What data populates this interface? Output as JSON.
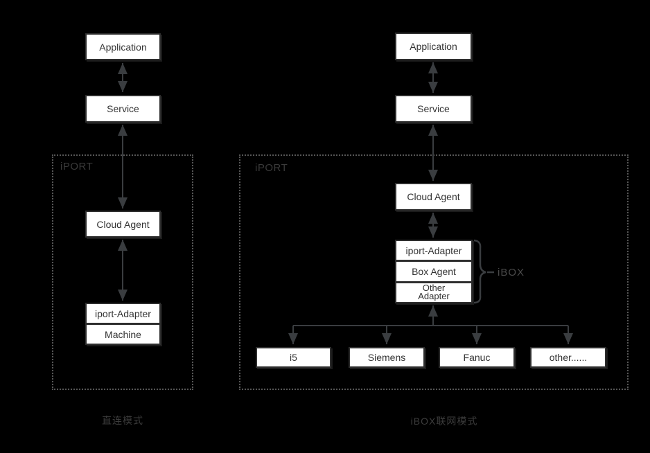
{
  "colors": {
    "background": "#000000",
    "box_fill": "#ffffff",
    "box_border": "#2e2e2e",
    "box_text": "#333333",
    "arrow": "#3a3d40",
    "dotted_border": "#575757",
    "muted_label": "#3a3a3a",
    "brace_label_color": "#4a4a4a"
  },
  "left_diagram": {
    "application_label": "Application",
    "service_label": "Service",
    "container_label": "iPORT",
    "cloud_agent_label": "Cloud Agent",
    "stack": {
      "adapter": "iport-Adapter",
      "machine": "Machine"
    },
    "caption": "直连模式"
  },
  "right_diagram": {
    "application_label": "Application",
    "service_label": "Service",
    "container_label": "iPORT",
    "cloud_agent_label": "Cloud Agent",
    "stack": {
      "adapter": "iport-Adapter",
      "box_agent": "Box Agent",
      "other_adapter": "Other\nAdapter"
    },
    "brace_label": "iBOX",
    "machines": [
      "i5",
      "Siemens",
      "Fanuc",
      "other......"
    ],
    "caption": "iBOX联网模式"
  }
}
